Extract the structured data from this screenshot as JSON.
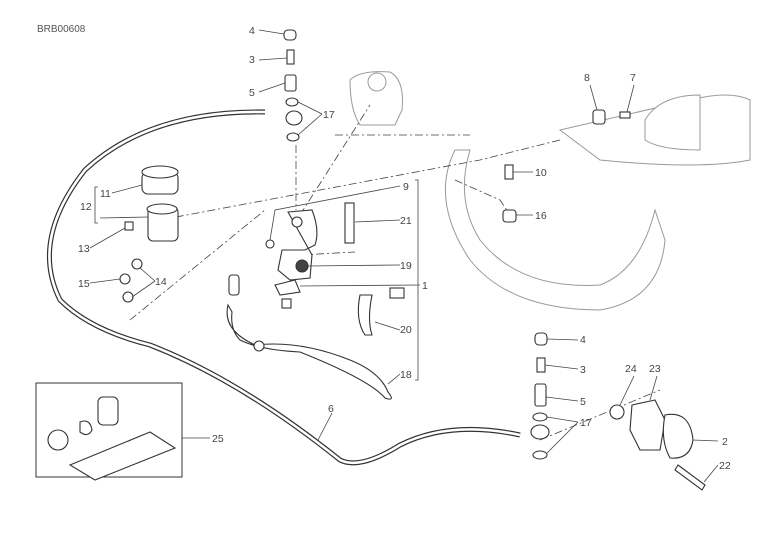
{
  "diagram_code": "BRB00608",
  "callouts": {
    "top_banjo_cap": "4",
    "top_bleed_screw": "3",
    "top_banjo_bolt": "5",
    "top_washers": "17",
    "screw_9": "9",
    "pin_21": "21",
    "adjuster_19": "19",
    "master_cylinder_assembly": "1",
    "switch_20": "20",
    "lever_18": "18",
    "reservoir_cap": "11",
    "reservoir_group": "12",
    "clip_13": "13",
    "grommet_15": "15",
    "clamps_14": "14",
    "part_8": "8",
    "part_7": "7",
    "screw_10": "10",
    "part_16": "16",
    "bottom_cap": "4",
    "bottom_bleed_screw": "3",
    "bottom_banjo_bolt": "5",
    "bottom_washers": "17",
    "seal_24": "24",
    "cover_23": "23",
    "slave_cylinder": "2",
    "bolt_22": "22",
    "hose": "6",
    "repair_kit": "25"
  },
  "colors": {
    "line": "#333333",
    "ghost": "#999999"
  }
}
